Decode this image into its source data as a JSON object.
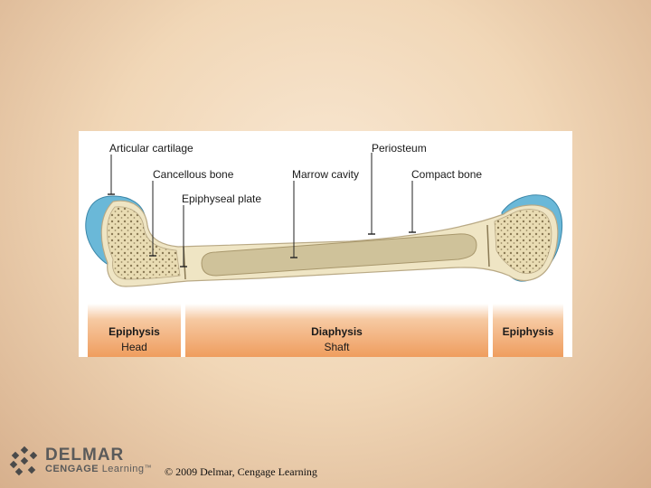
{
  "diagram": {
    "labels": {
      "articular_cartilage": "Articular cartilage",
      "cancellous_bone": "Cancellous bone",
      "epiphyseal_plate": "Epiphyseal plate",
      "marrow_cavity": "Marrow cavity",
      "periosteum": "Periosteum",
      "compact_bone": "Compact bone"
    },
    "regions": {
      "left": {
        "title": "Epiphysis",
        "subtitle": "Head"
      },
      "middle": {
        "title": "Diaphysis",
        "subtitle": "Shaft"
      },
      "right": {
        "title": "Epiphysis",
        "subtitle": ""
      }
    },
    "colors": {
      "cartilage": "#6ab8d8",
      "bone": "#efe5c4",
      "marrow": "#cfc29a",
      "band": "#ef9d5e"
    }
  },
  "footer": {
    "brand_line1": "DELMAR",
    "brand_line2_a": "CENGAGE",
    "brand_line2_b": "Learning",
    "trademark": "™",
    "copyright": "© 2009 Delmar, Cengage Learning"
  }
}
